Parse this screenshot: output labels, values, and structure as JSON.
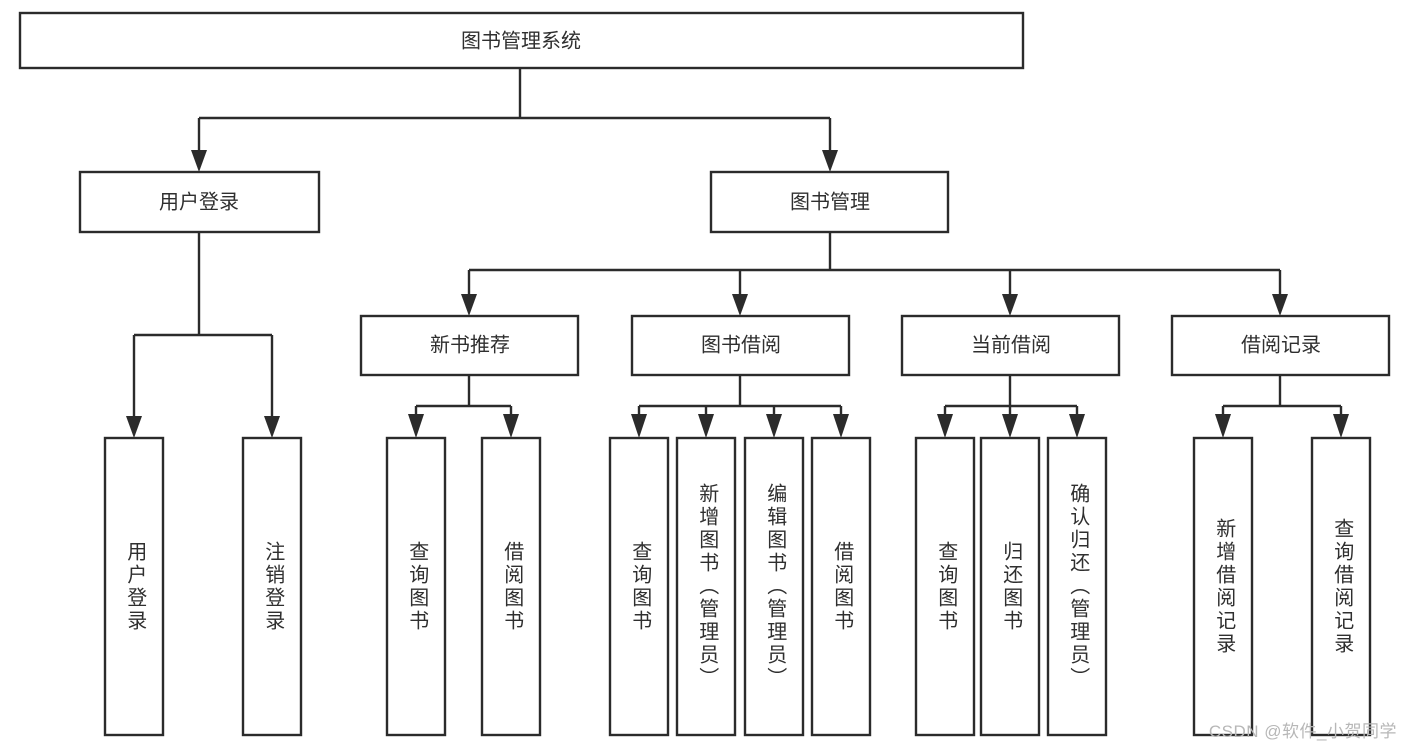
{
  "diagram": {
    "title": "图书管理系统",
    "type": "hierarchy-tree",
    "orientation": "top-down",
    "levels": 4,
    "colors": {
      "box_stroke": "#2b2b2b",
      "box_fill": "#ffffff",
      "text": "#2f2f2f",
      "connector": "#2b2b2b",
      "watermark": "#b7b7b7",
      "background": "#ffffff"
    },
    "nodes": {
      "root": {
        "id": "root",
        "label": "图书管理系统",
        "level": 1,
        "orient": "horizontal"
      },
      "l2": [
        {
          "id": "user-login",
          "label": "用户登录",
          "level": 2,
          "orient": "horizontal"
        },
        {
          "id": "book-manage",
          "label": "图书管理",
          "level": 2,
          "orient": "horizontal"
        }
      ],
      "l3": [
        {
          "id": "new-book-rec",
          "label": "新书推荐",
          "level": 3,
          "orient": "horizontal",
          "parent": "book-manage"
        },
        {
          "id": "book-borrow",
          "label": "图书借阅",
          "level": 3,
          "orient": "horizontal",
          "parent": "book-manage"
        },
        {
          "id": "current-borrow",
          "label": "当前借阅",
          "level": 3,
          "orient": "horizontal",
          "parent": "book-manage"
        },
        {
          "id": "borrow-record",
          "label": "借阅记录",
          "level": 3,
          "orient": "horizontal",
          "parent": "book-manage"
        }
      ],
      "leaves": [
        {
          "id": "leaf-user-login",
          "label": "用户登录",
          "level": 3,
          "orient": "vertical",
          "parent": "user-login"
        },
        {
          "id": "leaf-user-logout",
          "label": "注销登录",
          "level": 3,
          "orient": "vertical",
          "parent": "user-login"
        },
        {
          "id": "leaf-nbr-query",
          "label": "查询图书",
          "level": 4,
          "orient": "vertical",
          "parent": "new-book-rec"
        },
        {
          "id": "leaf-nbr-borrow",
          "label": "借阅图书",
          "level": 4,
          "orient": "vertical",
          "parent": "new-book-rec"
        },
        {
          "id": "leaf-bb-query",
          "label": "查询图书",
          "level": 4,
          "orient": "vertical",
          "parent": "book-borrow"
        },
        {
          "id": "leaf-bb-add",
          "label": "新增图书（管理员）",
          "level": 4,
          "orient": "vertical",
          "parent": "book-borrow"
        },
        {
          "id": "leaf-bb-edit",
          "label": "编辑图书（管理员）",
          "level": 4,
          "orient": "vertical",
          "parent": "book-borrow"
        },
        {
          "id": "leaf-bb-borrow",
          "label": "借阅图书",
          "level": 4,
          "orient": "vertical",
          "parent": "book-borrow"
        },
        {
          "id": "leaf-cb-query",
          "label": "查询图书",
          "level": 4,
          "orient": "vertical",
          "parent": "current-borrow"
        },
        {
          "id": "leaf-cb-return",
          "label": "归还图书",
          "level": 4,
          "orient": "vertical",
          "parent": "current-borrow"
        },
        {
          "id": "leaf-cb-confirm",
          "label": "确认归还（管理员）",
          "level": 4,
          "orient": "vertical",
          "parent": "current-borrow"
        },
        {
          "id": "leaf-br-add",
          "label": "新增借阅记录",
          "level": 4,
          "orient": "vertical",
          "parent": "borrow-record"
        },
        {
          "id": "leaf-br-query",
          "label": "查询借阅记录",
          "level": 4,
          "orient": "vertical",
          "parent": "borrow-record"
        }
      ]
    }
  },
  "watermark": {
    "text": "CSDN @软件_小贺同学"
  }
}
